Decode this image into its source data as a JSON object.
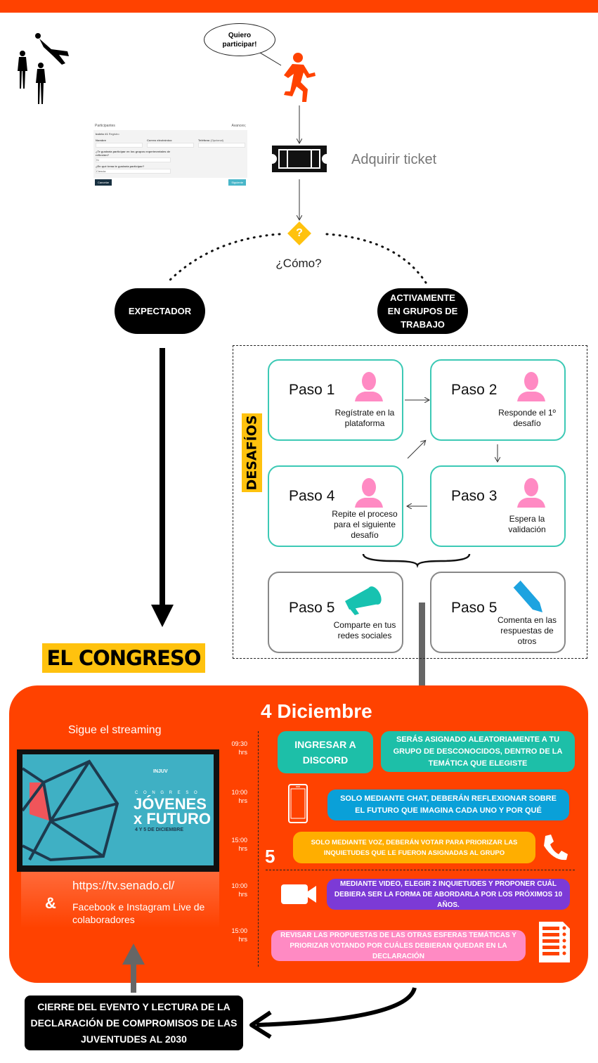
{
  "top": {
    "bubble": "Quiero participar!",
    "ticket": "Adquirir ticket",
    "question": "?",
    "como": "¿Cómo?"
  },
  "form": {
    "title": "Participantes",
    "right": "Avances;",
    "ticket": "boleto #1",
    "ticket_sub": "Registro",
    "name": "Nombre",
    "email": "Correo electrónico",
    "phone": "Teléfono",
    "phone_opt": "(Opcional)",
    "q1": "¿Te gustaría participar en los grupos experimentales de reflexión?",
    "a1": "Sí",
    "q2": "¿En qué tema te gustaría participar?",
    "a2": "Ciencia",
    "cancel": "Cancelar",
    "next": "Siguiente"
  },
  "paths": {
    "left": "EXPECTADOR",
    "right": "ACTIVAMENTE EN GRUPOS DE TRABAJO",
    "congreso": "EL CONGRESO",
    "desafios": "DESAFÍOS"
  },
  "steps": [
    {
      "title": "Paso 1",
      "desc": "Regístrate en la plataforma"
    },
    {
      "title": "Paso 2",
      "desc": "Responde el 1º desafío"
    },
    {
      "title": "Paso 3",
      "desc": "Espera la validación"
    },
    {
      "title": "Paso 4",
      "desc": "Repite el proceso para el siguiente desafío"
    },
    {
      "title": "Paso 5",
      "desc": "Comparte en tus redes sociales"
    },
    {
      "title": "Paso 5",
      "desc": "Comenta en las respuestas de otros"
    }
  ],
  "event": {
    "date": "4 Diciembre",
    "streaming": "Sigue el streaming",
    "url": "https://tv.senado.cl/",
    "amp": "&",
    "social": "Facebook e Instagram Live de colaboradores",
    "day2": "5",
    "screen": {
      "small": "C O N G R E S O",
      "big1": "JÓVENES",
      "big2": "x FUTURO",
      "dates": "4 Y 5 DE DICIEMBRE",
      "logo": "INJUV"
    },
    "times": [
      "09:30",
      "10:00",
      "15:00",
      "10:00",
      "15:00"
    ],
    "hrs": "hrs",
    "discord": "INGRESAR A DISCORD",
    "items": [
      "SERÁS ASIGNADO ALEATORIAMENTE A TU GRUPO DE DESCONOCIDOS, DENTRO DE LA TEMÁTICA QUE ELEGISTE",
      "SOLO MEDIANTE CHAT, DEBERÁN REFLEXIONAR SOBRE EL FUTURO QUE IMAGINA CADA UNO Y POR QUÉ",
      "SOLO MEDIANTE VOZ, DEBERÁN VOTAR PARA PRIORIZAR LAS INQUIETUDES QUE LE FUERON ASIGNADAS AL GRUPO",
      "MEDIANTE VIDEO, ELEGIR 2 INQUIETUDES Y PROPONER CUÁL DEBIERA SER LA FORMA DE ABORDARLA POR LOS PRÓXIMOS 10 AÑOS.",
      "REVISAR LAS PROPUESTAS DE LAS OTRAS ESFERAS TEMÁTICAS Y PRIORIZAR VOTANDO POR CUÁLES DEBIERAN QUEDAR EN LA DECLARACIÓN"
    ]
  },
  "closing": "CIERRE DEL EVENTO Y LECTURA DE LA DECLARACIÓN DE COMPROMISOS DE LAS JUVENTUDES AL 2030",
  "colors": {
    "orange": "#ff4200",
    "yellow": "#ffc20e",
    "teal": "#1dbfa8",
    "blue": "#0aa0d8",
    "amber": "#ffae00",
    "purple": "#7c3ad6",
    "pink": "#ff8ac3"
  }
}
